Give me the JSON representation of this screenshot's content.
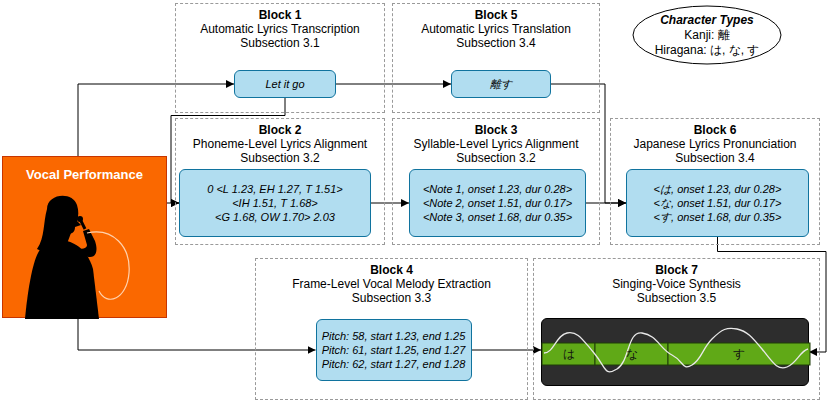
{
  "diagram": {
    "nodes": [
      {
        "text": [
          "Block 1",
          "Automatic Lyrics Transcription",
          "Subsection 3.1"
        ]
      },
      {
        "text": [
          "Let it go"
        ],
        "in": 0
      },
      {
        "text": [
          "Block 5",
          "Automatic Lyrics Translation",
          "Subsection 3.4"
        ]
      },
      {
        "text": [
          "離す"
        ],
        "in": 2
      },
      {
        "text": [
          "Character Types",
          "Kanji: 離",
          "Hiragana: は, な, す"
        ]
      },
      {
        "text": [
          "Vocal Performance"
        ]
      },
      {
        "text": [
          "Block 2",
          "Phoneme-Level Lyrics Alignment",
          "Subsection 3.2"
        ]
      },
      {
        "text": [
          "0 <L 1.23, EH 1.27, T 1.51>",
          "<IH 1.51, T 1.68>",
          "<G 1.68, OW 1.70> 2.03"
        ],
        "in": 6
      },
      {
        "text": [
          "Block 3",
          "Syllable-Level Lyrics Alignment",
          "Subsection 3.2"
        ]
      },
      {
        "text": [
          "<Note 1, onset 1.23, dur 0.28>",
          "<Note 2, onset 1.51, dur 0.17>",
          "<Note 3, onset 1.68, dur 0.35>"
        ],
        "in": 8
      },
      {
        "text": [
          "Block 6",
          "Japanese Lyrics Pronunciation",
          "Subsection 3.4"
        ]
      },
      {
        "text": [
          "<は, onset 1.23, dur 0.28>",
          "<な, onset 1.51, dur 0.17>",
          "<す, onset 1.68, dur 0.35>"
        ],
        "in": 10
      },
      {
        "text": [
          "Block 4",
          "Frame-Level Vocal Melody Extraction",
          "Subsection 3.3"
        ]
      },
      {
        "text": [
          "Pitch: 58, start 1.23, end 1.25",
          "Pitch: 61, start 1.25, end 1.27",
          "Pitch: 62, start 1.27, end 1.28"
        ],
        "in": 12
      },
      {
        "text": [
          "Block 7",
          "Singing-Voice Synthesis",
          "Subsection 3.5"
        ]
      },
      {
        "text": [
          "は",
          "な",
          "す"
        ],
        "in": 14
      }
    ],
    "edges": [
      {
        "from": 5,
        "to": 1,
        "arrow": "to"
      },
      {
        "from": 1,
        "to": 3,
        "arrow": "to"
      },
      {
        "from": 1,
        "to": 7,
        "arrow": "to"
      },
      {
        "from": 5,
        "to": 7,
        "arrow": "to"
      },
      {
        "from": 7,
        "to": 9,
        "arrow": "to"
      },
      {
        "from": 9,
        "to": 11,
        "arrow": "to"
      },
      {
        "from": 3,
        "to": 11,
        "arrow": "to"
      },
      {
        "from": 11,
        "to": 15,
        "arrow": "to"
      },
      {
        "from": 5,
        "to": 13,
        "arrow": "to"
      },
      {
        "from": 13,
        "to": 15,
        "arrow": "to"
      }
    ]
  }
}
